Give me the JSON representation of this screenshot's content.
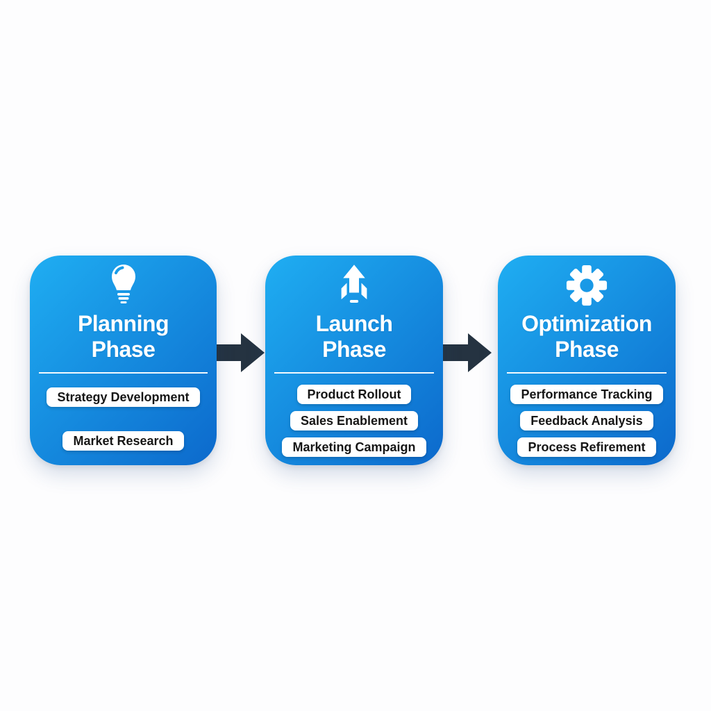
{
  "page": {
    "background_color": "#FDFDFE"
  },
  "diagram": {
    "card_gradient_from": "#1FAEF2",
    "card_gradient_to": "#0C69CC",
    "arrow_color": "#253341",
    "pill_background": "#FFFFFF",
    "pill_text_color": "#161616",
    "title_text_color": "#FFFFFF",
    "phases": [
      {
        "id": "planning",
        "icon": "lightbulb-icon",
        "title_line1": "Planning",
        "title_line2": "Phase",
        "items": [
          "Strategy Development",
          "Market Research"
        ]
      },
      {
        "id": "launch",
        "icon": "rocket-icon",
        "title_line1": "Launch",
        "title_line2": "Phase",
        "items": [
          "Product Rollout",
          "Sales Enablement",
          "Marketing Campaign"
        ]
      },
      {
        "id": "optimization",
        "icon": "gear-icon",
        "title_line1": "Optimization",
        "title_line2": "Phase",
        "items": [
          "Performance Tracking",
          "Feedback Analysis",
          "Process Refirement"
        ]
      }
    ]
  }
}
